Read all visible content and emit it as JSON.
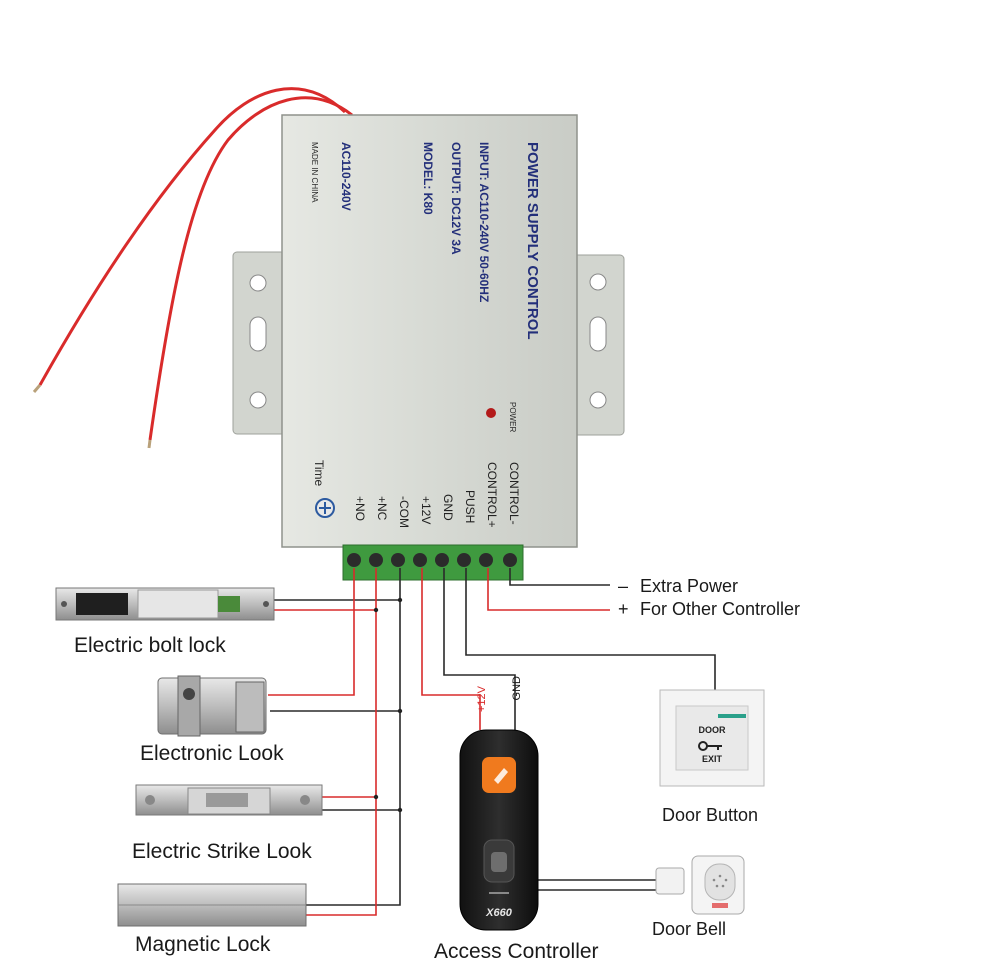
{
  "power_box": {
    "title": "POWER SUPPLY CONTROL",
    "input": "INPUT: AC110-240V  50-60HZ",
    "output": "OUTPUT: DC12V  3A",
    "model": "MODEL: K80",
    "ac": "AC110-240V",
    "made_in": "MADE IN CHINA",
    "power_led_label": "POWER",
    "time_label": "Time",
    "terminals": [
      "CONTROL-",
      "CONTROL+",
      "PUSH",
      "GND",
      "+12V",
      "-COM",
      "+NC",
      "+NO"
    ]
  },
  "extra_power": {
    "minus_sign": "–",
    "minus_text": "Extra Power",
    "plus_sign": "+",
    "plus_text": "For Other Controller"
  },
  "devices": {
    "bolt_lock": "Electric bolt lock",
    "electronic_lock": "Electronic Look",
    "strike_lock": "Electric Strike Look",
    "magnetic_lock": "Magnetic Lock",
    "access_controller": "Access Controller",
    "door_button": "Door Button",
    "door_bell": "Door Bell"
  },
  "wire_tags": {
    "plus12": "+12V",
    "gnd": "GND"
  },
  "door_button_face": {
    "top": "DOOR",
    "bottom": "EXIT"
  },
  "controller_brand": "X660",
  "colors": {
    "wire_red": "#d92b2b",
    "wire_black": "#2a2a2a",
    "box_body": "#d9dcd6",
    "terminal_green": "#3f9a3f",
    "accent_orange": "#f07a1e"
  }
}
